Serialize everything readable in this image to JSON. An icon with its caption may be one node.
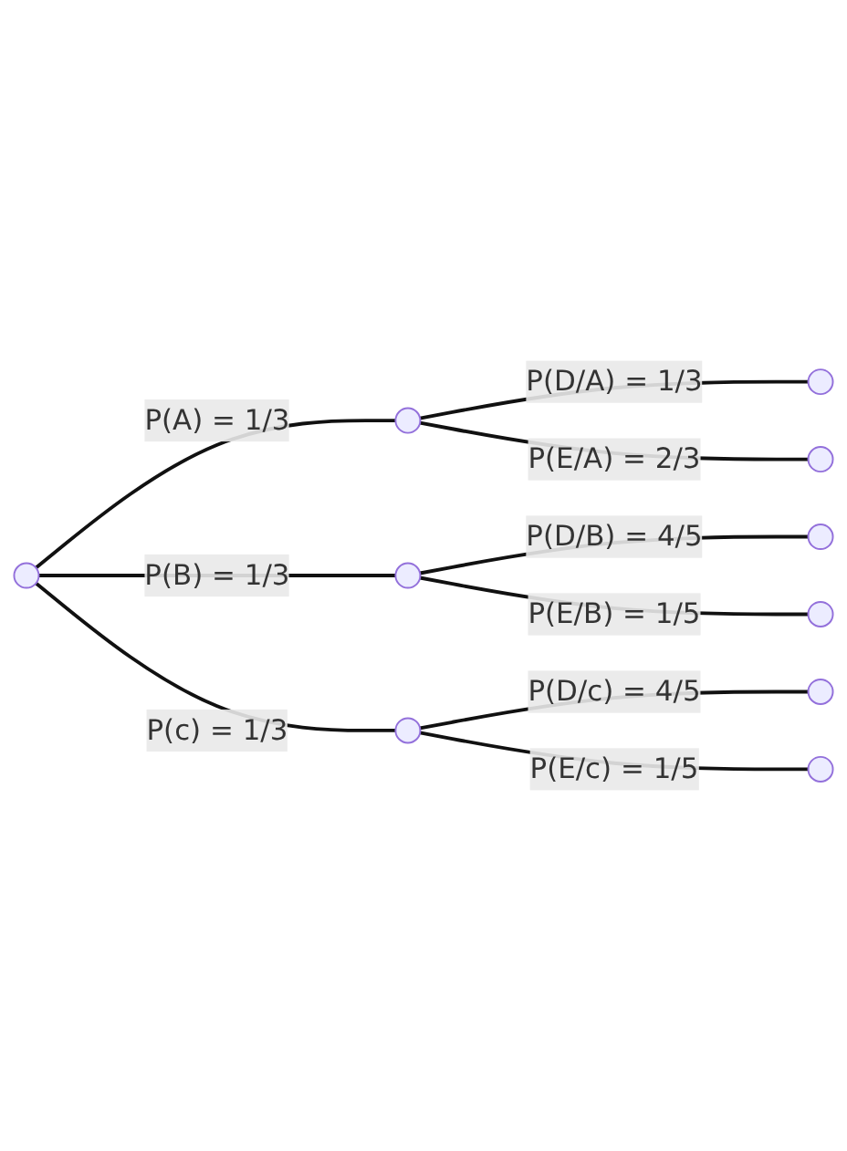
{
  "diagram": {
    "nodes": [
      {
        "text": [],
        "shape": "point"
      },
      {
        "text": [],
        "shape": "point"
      },
      {
        "text": [],
        "shape": "point"
      },
      {
        "text": [],
        "shape": "point"
      },
      {
        "text": [],
        "shape": "point"
      },
      {
        "text": [],
        "shape": "point"
      },
      {
        "text": [],
        "shape": "point"
      },
      {
        "text": [],
        "shape": "point"
      },
      {
        "text": [],
        "shape": "point"
      },
      {
        "text": [],
        "shape": "point"
      }
    ],
    "edges": [
      {
        "from": 0,
        "to": 1,
        "arrow": "none",
        "label": "P(A) = 1/3"
      },
      {
        "from": 0,
        "to": 2,
        "arrow": "none",
        "label": "P(B) = 1/3"
      },
      {
        "from": 0,
        "to": 3,
        "arrow": "none",
        "label": "P(c) = 1/3"
      },
      {
        "from": 1,
        "to": 4,
        "arrow": "none",
        "label": "P(D/A) = 1/3"
      },
      {
        "from": 1,
        "to": 5,
        "arrow": "none",
        "label": "P(E/A) = 2/3"
      },
      {
        "from": 2,
        "to": 6,
        "arrow": "none",
        "label": "P(D/B) = 4/5"
      },
      {
        "from": 2,
        "to": 7,
        "arrow": "none",
        "label": "P(E/B) = 1/5"
      },
      {
        "from": 3,
        "to": 8,
        "arrow": "none",
        "label": "P(D/c) = 4/5"
      },
      {
        "from": 3,
        "to": 9,
        "arrow": "none",
        "label": "P(E/c) = 1/5"
      }
    ]
  }
}
